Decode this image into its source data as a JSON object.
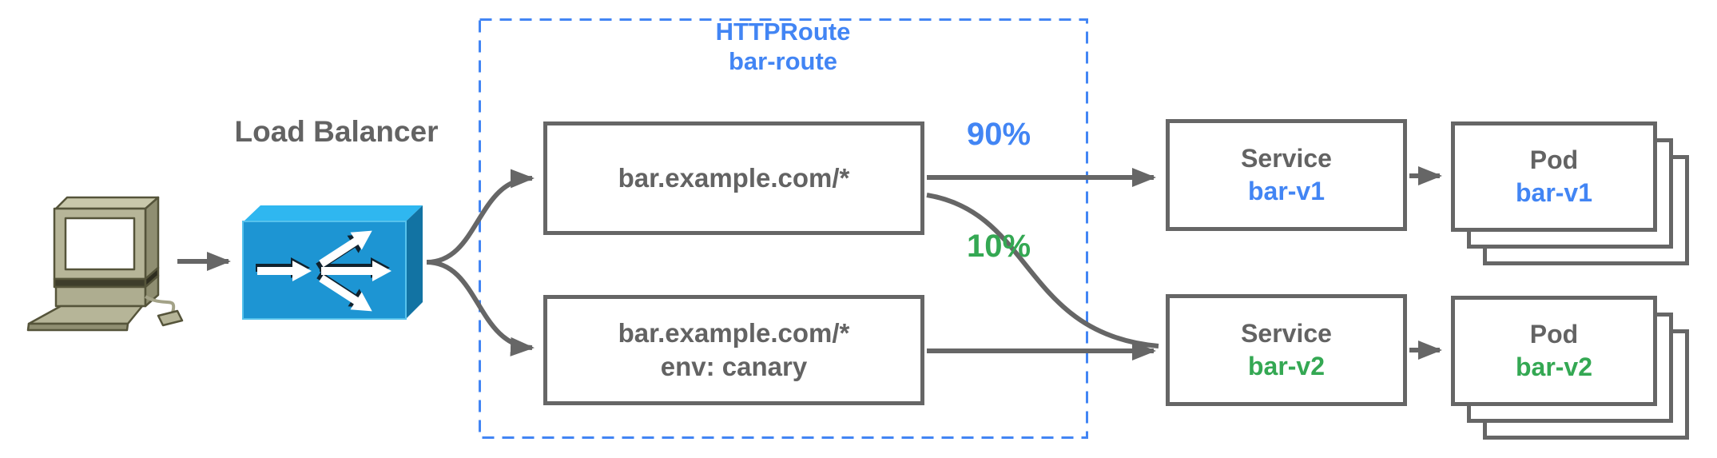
{
  "colors": {
    "blue": "#4285f4",
    "green": "#34a853",
    "gray": "#666666",
    "text_gray": "#636363",
    "lb_front": "#1d95d3",
    "lb_top": "#2fb7f0",
    "lb_side": "#1273a3",
    "beige": "#b6b598"
  },
  "icons": {
    "client": "desktop-computer-icon",
    "load_balancer": "load-balancer-icon"
  },
  "load_balancer": {
    "label": "Load Balancer"
  },
  "httproute": {
    "kind": "HTTPRoute",
    "name": "bar-route",
    "rules": [
      {
        "match": "bar.example.com/*",
        "weight": "90%"
      },
      {
        "match": "bar.example.com/*",
        "header_match": "env: canary",
        "weight": "10%"
      }
    ]
  },
  "services": [
    {
      "kind": "Service",
      "name": "bar-v1"
    },
    {
      "kind": "Service",
      "name": "bar-v2"
    }
  ],
  "pods": [
    {
      "kind": "Pod",
      "name": "bar-v1"
    },
    {
      "kind": "Pod",
      "name": "bar-v2"
    }
  ]
}
